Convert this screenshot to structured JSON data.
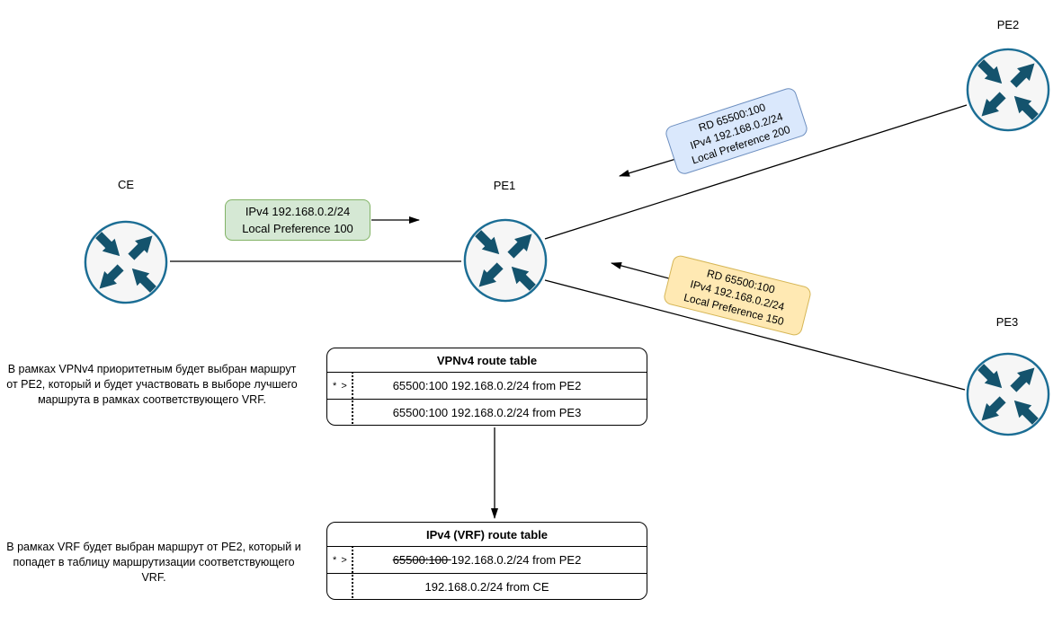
{
  "routers": [
    {
      "label": "CE"
    },
    {
      "label": "PE1"
    },
    {
      "label": "PE2"
    },
    {
      "label": "PE3"
    }
  ],
  "route_labels": {
    "ce_to_pe1": {
      "lines": [
        "IPv4 192.168.0.2/24",
        "Local Preference 100"
      ],
      "fill": "#d5e8d4",
      "stroke": "#82b366"
    },
    "pe2_to_pe1": {
      "lines": [
        "RD 65500:100",
        "IPv4 192.168.0.2/24",
        "Local Preference 200"
      ],
      "fill": "#dae8fc",
      "stroke": "#6c8ebf"
    },
    "pe3_to_pe1": {
      "lines": [
        "RD 65500:100",
        "IPv4 192.168.0.2/24",
        "Local Preference 150"
      ],
      "fill": "#ffe9b3",
      "stroke": "#d6b656"
    }
  },
  "vpnv4_table": {
    "title": "VPNv4 route table",
    "rows": [
      {
        "marker": "* >",
        "text": "65500:100 192.168.0.2/24 from PE2"
      },
      {
        "marker": "",
        "text": "65500:100 192.168.0.2/24 from PE3"
      }
    ]
  },
  "vrf_table": {
    "title": "IPv4 (VRF) route table",
    "rows": [
      {
        "marker": "* >",
        "struck": "65500:100 ",
        "text": "192.168.0.2/24 from PE2"
      },
      {
        "marker": "",
        "struck": "",
        "text": "192.168.0.2/24 from CE"
      }
    ]
  },
  "notes": {
    "vpnv4": {
      "lines": [
        "В рамках VPNv4 приоритетным будет выбран маршрут",
        "от PE2, который и будет участвовать в выборе лучшего",
        "маршрута в рамках соответствующего VRF."
      ]
    },
    "vrf": {
      "lines": [
        "В рамках VRF  будет выбран маршрут от PE2, который и",
        "попадет в таблицу маршрутизации соответствующего",
        "VRF."
      ]
    }
  },
  "colors": {
    "router_fill": "#f6f6f6",
    "router_stroke": "#1b6d94",
    "router_arrow": "#14536d",
    "connector": "#000000"
  }
}
